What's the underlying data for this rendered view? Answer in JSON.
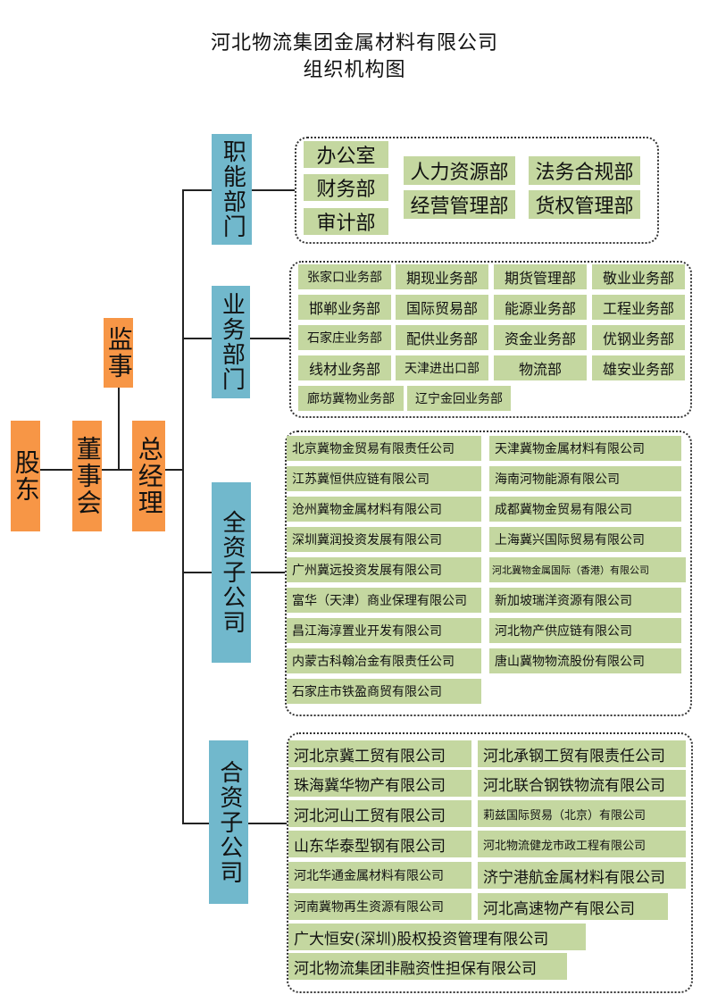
{
  "title": {
    "line1": "河北物流集团金属材料有限公司",
    "line2": "组织机构图"
  },
  "nodes": {
    "shareholders": "股东",
    "board": "董事会",
    "supervisor": "监事",
    "general_manager": "总经理"
  },
  "groups": {
    "functional": {
      "label": "职能部门",
      "items": [
        "办公室",
        "财务部",
        "审计部",
        "人力资源部",
        "经营管理部",
        "法务合规部",
        "货权管理部"
      ]
    },
    "business": {
      "label": "业务部门",
      "items": [
        "张家口业务部",
        "期现业务部",
        "期货管理部",
        "敬业业务部",
        "邯郸业务部",
        "国际贸易部",
        "能源业务部",
        "工程业务部",
        "石家庄业务部",
        "配供业务部",
        "资金业务部",
        "优钢业务部",
        "线材业务部",
        "天津进出口部",
        "物流部",
        "雄安业务部",
        "廊坊冀物业务部",
        "辽宁金回业务部"
      ]
    },
    "wholly_owned": {
      "label": "全资子公司",
      "items": [
        "北京冀物金贸易有限责任公司",
        "天津冀物金属材料有限公司",
        "江苏冀恒供应链有限公司",
        "海南河物能源有限公司",
        "沧州冀物金属材料有限公司",
        "成都冀物金贸易有限公司",
        "深圳冀润投资发展有限公司",
        "上海冀兴国际贸易有限公司",
        "广州冀远投资发展有限公司",
        "河北冀物金属国际（香港）有限公司",
        "富华（天津）商业保理有限公司",
        "新加坡瑞洋资源有限公司",
        "昌江海淳置业开发有限公司",
        "河北物产供应链有限公司",
        "内蒙古科翰冶金有限责任公司",
        "唐山冀物物流股份有限公司",
        "石家庄市铁盈商贸有限公司"
      ]
    },
    "joint_venture": {
      "label": "合资子公司",
      "items": [
        "河北京冀工贸有限公司",
        "河北承钢工贸有限责任公司",
        "珠海冀华物产有限公司",
        "河北联合钢铁物流有限公司",
        "河北河山工贸有限公司",
        "莉兹国际贸易（北京）有限公司",
        "山东华泰型钢有限公司",
        "河北物流健龙市政工程有限公司",
        "河北华通金属材料有限公司",
        "济宁港航金属材料有限公司",
        "河南冀物再生资源有限公司",
        "河北高速物产有限公司",
        "广大恒安(深圳)股权投资管理有限公司",
        "河北物流集团非融资性担保有限公司"
      ]
    }
  },
  "colors": {
    "orange": "#f79646",
    "teal": "#71b8cc",
    "green": "#c4d7a0"
  }
}
